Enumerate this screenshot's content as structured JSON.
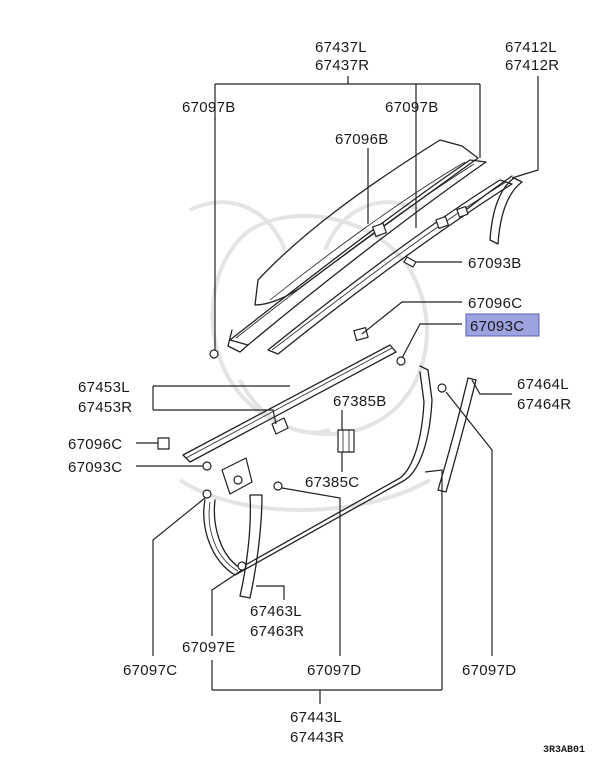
{
  "diagram": {
    "highlight_color": "#9da2e0",
    "labels": {
      "p67437": [
        "67437L",
        "67437R"
      ],
      "p67412": [
        "67412L",
        "67412R"
      ],
      "p67097B_left": "67097B",
      "p67097B_right": "67097B",
      "p67096B": "67096B",
      "p67093B": "67093B",
      "p67096C_right": "67096C",
      "p67093C_right": "67093C",
      "p67453": [
        "67453L",
        "67453R"
      ],
      "p67385B": "67385B",
      "p67464": [
        "67464L",
        "67464R"
      ],
      "p67096C_left": "67096C",
      "p67093C_left": "67093C",
      "p67385C": "67385C",
      "p67463": [
        "67463L",
        "67463R"
      ],
      "p67097E": "67097E",
      "p67097C": "67097C",
      "p67097D_center": "67097D",
      "p67097D_right": "67097D",
      "p67443": [
        "67443L",
        "67443R"
      ]
    },
    "figure_code": "3R3AB01"
  }
}
